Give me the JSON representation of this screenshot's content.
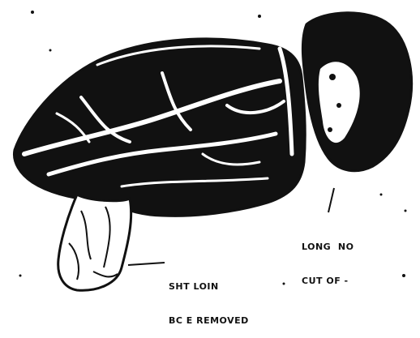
{
  "labels": {
    "right_line1": "LONG  NO",
    "right_line2": "CUT OF -",
    "bottom_line1": "SHT LOIN",
    "bottom_line2": "BC E REMOVED"
  },
  "colors": {
    "ink": "#111111",
    "paper": "#ffffff"
  }
}
